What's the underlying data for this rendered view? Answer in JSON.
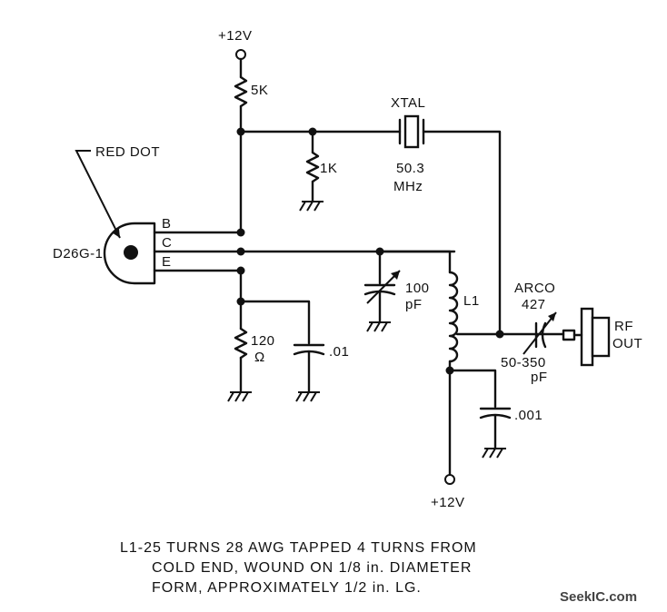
{
  "labels": {
    "vcc_top": "+12V",
    "vcc_bottom": "+12V",
    "r_5k": "5K",
    "r_1k": "1K",
    "r_120": "120",
    "ohm": "Ω",
    "xtal": "XTAL",
    "xtal_freq": "50.3",
    "xtal_unit": "MHz",
    "red_dot": "RED DOT",
    "transistor": "D26G-1",
    "pin_b": "B",
    "pin_c": "C",
    "pin_e": "E",
    "cap_100_value": "100",
    "cap_100_unit": "pF",
    "coil": "L1",
    "cap_01": ".01",
    "cap_001": ".001",
    "arco_name": "ARCO",
    "arco_model": "427",
    "arco_range": "50-350",
    "arco_unit": "pF",
    "rf": "RF",
    "out": "OUT"
  },
  "note": {
    "line1": "L1-25 TURNS 28 AWG TAPPED 4 TURNS FROM",
    "line2": "COLD END, WOUND ON 1/8 in. DIAMETER",
    "line3": "FORM, APPROXIMATELY 1/2 in. LG."
  },
  "watermark": "SeekIC.com"
}
